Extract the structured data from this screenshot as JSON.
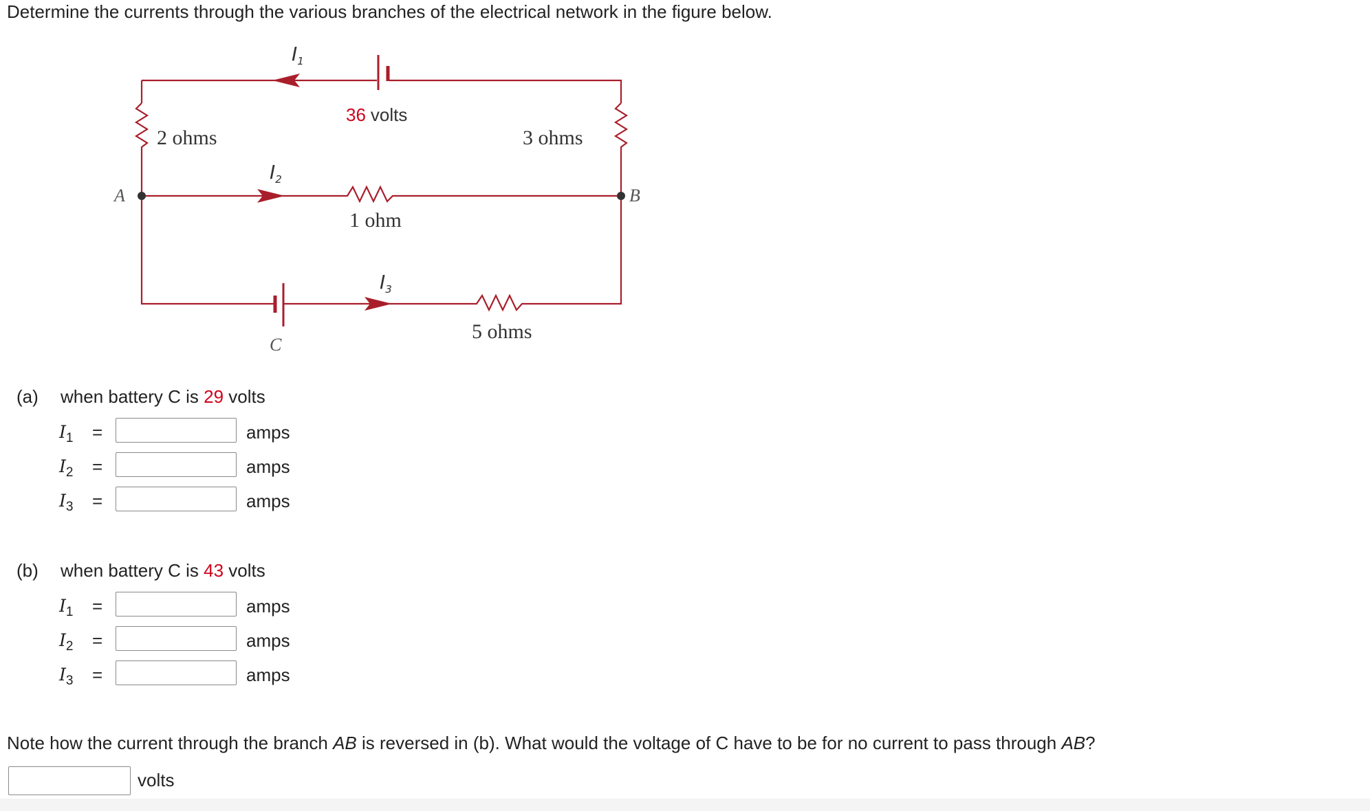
{
  "question": "Determine the currents through the various branches of the electrical network in the figure below.",
  "figure": {
    "battery_top_value": "36",
    "battery_top_unit": "volts",
    "resistor_left": "2 ohms",
    "resistor_right": "3 ohms",
    "resistor_middle": "1 ohm",
    "resistor_bottom": "5 ohms",
    "current_top_sym": "I",
    "current_top_sub": "1",
    "current_mid_sym": "I",
    "current_mid_sub": "2",
    "current_bot_sym": "I",
    "current_bot_sub": "3",
    "node_a": "A",
    "node_b": "B",
    "battery_bottom_label": "C",
    "wire_color": "#a91e2b"
  },
  "part_a": {
    "label": "(a)",
    "text_before": "when battery C is",
    "voltage": "29",
    "text_after": "volts",
    "rows": [
      {
        "var": "I",
        "sub": "1",
        "eq": "=",
        "unit": "amps"
      },
      {
        "var": "I",
        "sub": "2",
        "eq": "=",
        "unit": "amps"
      },
      {
        "var": "I",
        "sub": "3",
        "eq": "=",
        "unit": "amps"
      }
    ]
  },
  "part_b": {
    "label": "(b)",
    "text_before": "when battery C is",
    "voltage": "43",
    "text_after": "volts",
    "rows": [
      {
        "var": "I",
        "sub": "1",
        "eq": "=",
        "unit": "amps"
      },
      {
        "var": "I",
        "sub": "2",
        "eq": "=",
        "unit": "amps"
      },
      {
        "var": "I",
        "sub": "3",
        "eq": "=",
        "unit": "amps"
      }
    ]
  },
  "note": {
    "t1": "Note how the current through the branch",
    "ab1": "AB",
    "t2": "is reversed in (b). What would the voltage of C have to be for no current to pass through",
    "ab2": "AB",
    "t3": "?",
    "unit": "volts"
  },
  "colors": {
    "accent_red": "#d0021b",
    "wire": "#a91e2b"
  }
}
